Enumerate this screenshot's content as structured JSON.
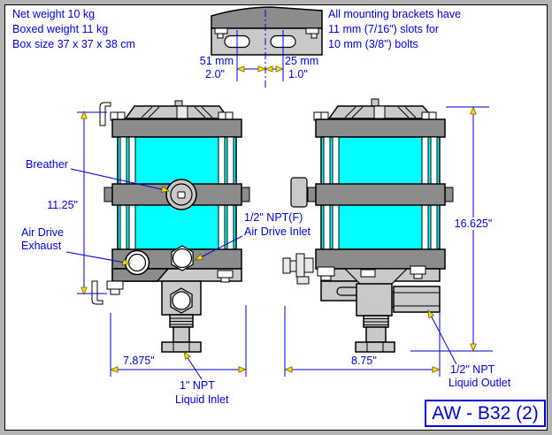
{
  "notes": {
    "net_weight": "Net weight 10 kg",
    "boxed_weight": "Boxed weight 11 kg",
    "box_size": "Box size 37 x 37 x 38 cm",
    "mounting_line1": "All mounting brackets have",
    "mounting_line2": "11 mm (7/16\") slots for",
    "mounting_line3": "10 mm (3/8\") bolts"
  },
  "labels": {
    "breather": "Breather",
    "air_drive_exhaust_line1": "Air Drive",
    "air_drive_exhaust_line2": "Exhaust",
    "air_drive_inlet_line1": "1/2\" NPT(F)",
    "air_drive_inlet_line2": "Air Drive Inlet",
    "liquid_inlet_line1": "1\" NPT",
    "liquid_inlet_line2": "Liquid Inlet",
    "liquid_outlet_line1": "1/2\" NPT",
    "liquid_outlet_line2": "Liquid Outlet"
  },
  "dimensions": {
    "bracket_left_mm": "51 mm",
    "bracket_left_in": "2.0\"",
    "bracket_right_mm": "25 mm",
    "bracket_right_in": "1.0\"",
    "front_height": "11.25\"",
    "front_width": "7.875\"",
    "side_height": "16.625\"",
    "side_width": "8.75\""
  },
  "model_label": "AW - B32 (2)",
  "colors": {
    "accent_blue": "#0000d8",
    "body_cyan": "#00ffff",
    "band_gray": "#8c8c8c",
    "part_gray": "#c9c9c9",
    "arrow_yellow": "#ffde00",
    "frame_gray": "#b3b3b3"
  }
}
